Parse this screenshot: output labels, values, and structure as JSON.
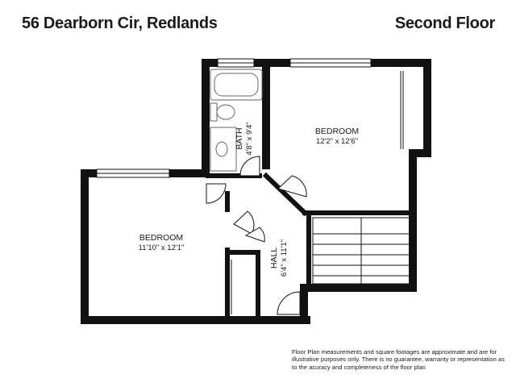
{
  "header": {
    "address": "56 Dearborn Cir, Redlands",
    "floor_name": "Second Floor"
  },
  "rooms": {
    "bedroom_right": {
      "name": "BEDROOM",
      "dims": "12'2\" x 12'6\""
    },
    "bedroom_left": {
      "name": "BEDROOM",
      "dims": "11'10\" x 12'1\""
    },
    "bath": {
      "name": "BATH",
      "dims": "4'8\" x 9'4\""
    },
    "hall": {
      "name": "HALL",
      "dims": "6'4\" x 11'1\""
    }
  },
  "footer": {
    "disclaimer": "Floor Plan measurements and square footages are approximate and are for illustrative purposes only. There is no guarantee, warranty or representation as to the acuracy and completeness of the floor plan"
  },
  "colors": {
    "wall": "#111111",
    "background": "#ffffff",
    "fixture": "#666666"
  }
}
